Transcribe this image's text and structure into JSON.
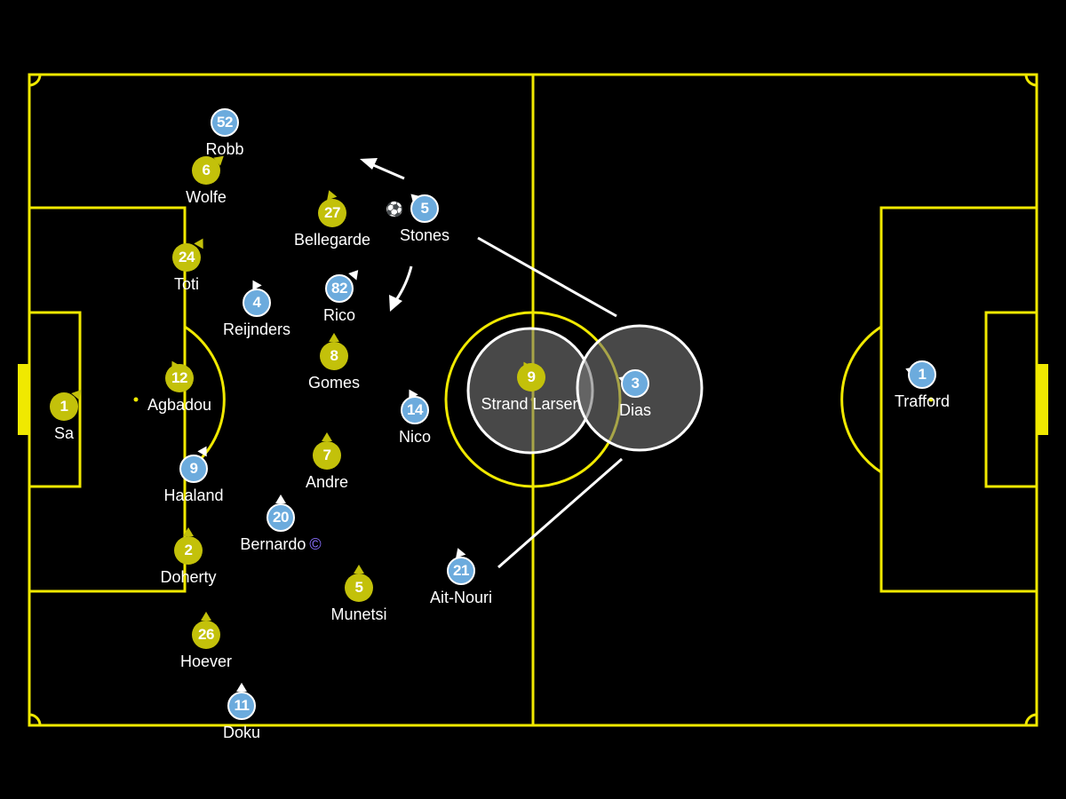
{
  "colors": {
    "pitch_lines": "#f0e900",
    "home_team": "#c3c10a",
    "away_team": "#6cabdd",
    "text": "#ffffff",
    "captain_badge": "#8a70ff"
  },
  "icons": {
    "ball": "football-icon",
    "captain": "captain-badge-icon"
  },
  "captain_symbol": "©",
  "ball_symbol": "⚽",
  "players": [
    {
      "id": "robb",
      "number": "52",
      "name": "Robb",
      "team": "away"
    },
    {
      "id": "wolfe",
      "number": "6",
      "name": "Wolfe",
      "team": "home"
    },
    {
      "id": "bellegarde",
      "number": "27",
      "name": "Bellegarde",
      "team": "home"
    },
    {
      "id": "stones",
      "number": "5",
      "name": "Stones",
      "team": "away"
    },
    {
      "id": "toti",
      "number": "24",
      "name": "Toti",
      "team": "home"
    },
    {
      "id": "reijnders",
      "number": "4",
      "name": "Reijnders",
      "team": "away"
    },
    {
      "id": "rico",
      "number": "82",
      "name": "Rico",
      "team": "away"
    },
    {
      "id": "gomes",
      "number": "8",
      "name": "Gomes",
      "team": "home"
    },
    {
      "id": "agbadou",
      "number": "12",
      "name": "Agbadou",
      "team": "home"
    },
    {
      "id": "sa",
      "number": "1",
      "name": "Sa",
      "team": "home"
    },
    {
      "id": "nico",
      "number": "14",
      "name": "Nico",
      "team": "away"
    },
    {
      "id": "strand-larsen",
      "number": "9",
      "name": "Strand Larsen",
      "team": "home"
    },
    {
      "id": "dias",
      "number": "3",
      "name": "Dias",
      "team": "away"
    },
    {
      "id": "trafford",
      "number": "1",
      "name": "Trafford",
      "team": "away"
    },
    {
      "id": "andre",
      "number": "7",
      "name": "Andre",
      "team": "home"
    },
    {
      "id": "haaland",
      "number": "9",
      "name": "Haaland",
      "team": "away"
    },
    {
      "id": "bernardo",
      "number": "20",
      "name": "Bernardo",
      "team": "away",
      "captain": true
    },
    {
      "id": "doherty",
      "number": "2",
      "name": "Doherty",
      "team": "home"
    },
    {
      "id": "munetsi",
      "number": "5",
      "name": "Munetsi",
      "team": "home"
    },
    {
      "id": "ait-nouri",
      "number": "21",
      "name": "Ait-Nouri",
      "team": "away"
    },
    {
      "id": "hoever",
      "number": "26",
      "name": "Hoever",
      "team": "home"
    },
    {
      "id": "doku",
      "number": "11",
      "name": "Doku",
      "team": "away"
    }
  ]
}
